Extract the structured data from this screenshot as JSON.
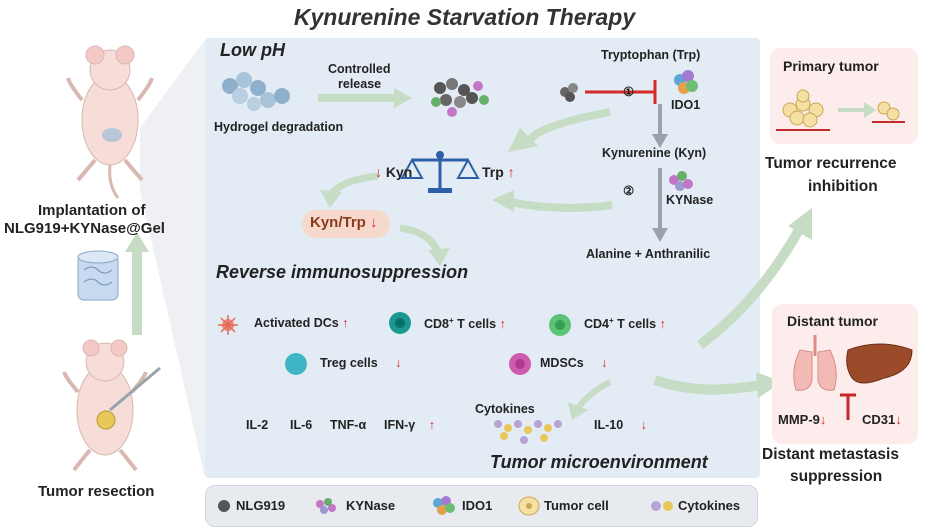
{
  "title": "Kynurenine Starvation Therapy",
  "left": {
    "implantation_label_1": "Implantation of",
    "implantation_label_2": "NLG919+KYNase@Gel",
    "resection_label": "Tumor resection"
  },
  "panel": {
    "low_ph": "Low pH",
    "controlled_release_1": "Controlled",
    "controlled_release_2": "release",
    "hydrogel_degradation": "Hydrogel degradation",
    "tryptophan": "Tryptophan (Trp)",
    "ido1": "IDO1",
    "step1": "①",
    "step2": "②",
    "kynurenine": "Kynurenine (Kyn)",
    "kynase": "KYNase",
    "alanine": "Alanine + Anthranilic",
    "kyn": "Kyn",
    "trp": "Trp",
    "kyn_trp": "Kyn/Trp",
    "down_arrow": "↓",
    "up_arrow": "↑",
    "reverse_immuno": "Reverse immunosuppression",
    "activated_dcs": "Activated DCs",
    "cd8_a": "CD8",
    "cd8_sup": "+",
    "cd8_b": " T cells",
    "cd4_a": "CD4",
    "cd4_sup": "+",
    "cd4_b": " T cells",
    "treg": "Treg cells",
    "mdscs": "MDSCs",
    "il2": "IL-2",
    "il6": "IL-6",
    "tnf": "TNF-α",
    "ifn": "IFN-γ",
    "cytokines": "Cytokines",
    "il10": "IL-10",
    "tumor_micro": "Tumor microenvironment"
  },
  "right": {
    "primary_tumor": "Primary tumor",
    "recurrence_1": "Tumor recurrence",
    "recurrence_2": "inhibition",
    "distant_tumor": "Distant tumor",
    "mmp9": "MMP-9",
    "cd31": "CD31",
    "metastasis_1": "Distant metastasis",
    "metastasis_2": "suppression"
  },
  "legend": {
    "nlg919": "NLG919",
    "kynase": "KYNase",
    "ido1": "IDO1",
    "tumor_cell": "Tumor cell",
    "cytokines": "Cytokines"
  },
  "colors": {
    "panel_bg": "#e3ebf4",
    "arrow_green": "#c6dcc4",
    "accent_red": "#d42a2a",
    "pink_box": "#fdecec",
    "balance_blue": "#2d5fa8"
  }
}
